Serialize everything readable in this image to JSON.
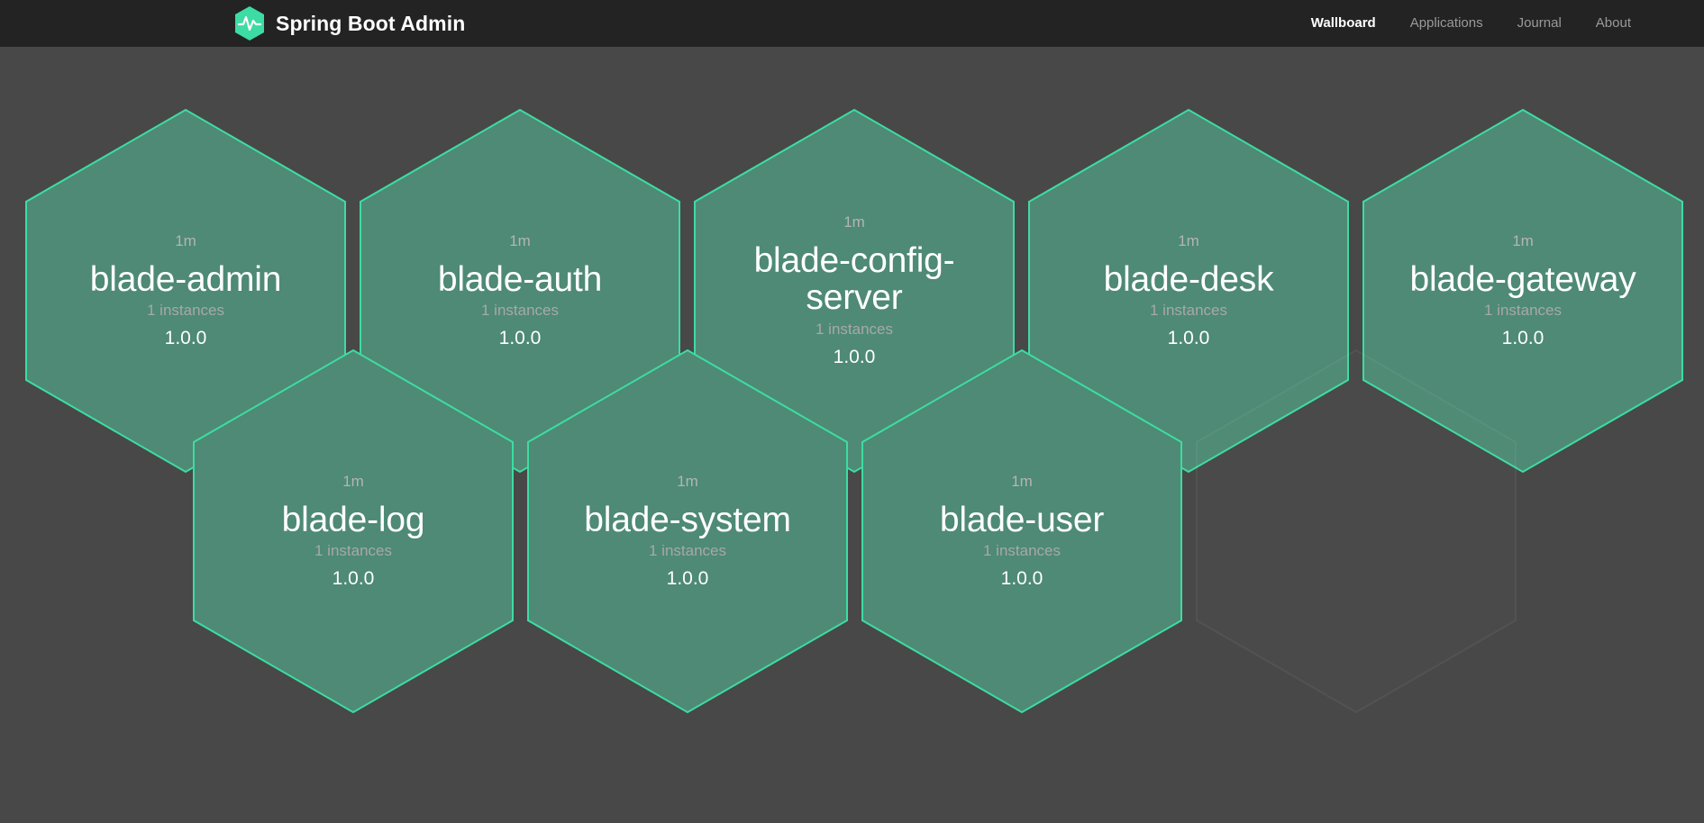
{
  "app": {
    "brand_title": "Spring Boot Admin",
    "logo_icon": "heartbeat-hexagon-logo",
    "accent_color": "#3ddca2",
    "navbar_bg": "#232323",
    "page_bg": "#484848",
    "hex_fill": "#4e8a75",
    "hex_stroke": "#3ddca2"
  },
  "nav": {
    "links": [
      {
        "label": "Wallboard",
        "active": true
      },
      {
        "label": "Applications",
        "active": false
      },
      {
        "label": "Journal",
        "active": false
      },
      {
        "label": "About",
        "active": false
      }
    ]
  },
  "wallboard": {
    "applications": [
      {
        "name": "blade-admin",
        "uptime": "1m",
        "instances": "1 instances",
        "version": "1.0.0",
        "status": "up"
      },
      {
        "name": "blade-auth",
        "uptime": "1m",
        "instances": "1 instances",
        "version": "1.0.0",
        "status": "up"
      },
      {
        "name": "blade-config-server",
        "uptime": "1m",
        "instances": "1 instances",
        "version": "1.0.0",
        "status": "up"
      },
      {
        "name": "blade-desk",
        "uptime": "1m",
        "instances": "1 instances",
        "version": "1.0.0",
        "status": "up"
      },
      {
        "name": "blade-gateway",
        "uptime": "1m",
        "instances": "1 instances",
        "version": "1.0.0",
        "status": "up"
      },
      {
        "name": "blade-log",
        "uptime": "1m",
        "instances": "1 instances",
        "version": "1.0.0",
        "status": "up"
      },
      {
        "name": "blade-system",
        "uptime": "1m",
        "instances": "1 instances",
        "version": "1.0.0",
        "status": "up"
      },
      {
        "name": "blade-user",
        "uptime": "1m",
        "instances": "1 instances",
        "version": "1.0.0",
        "status": "up"
      }
    ],
    "empty_slots": 1
  }
}
